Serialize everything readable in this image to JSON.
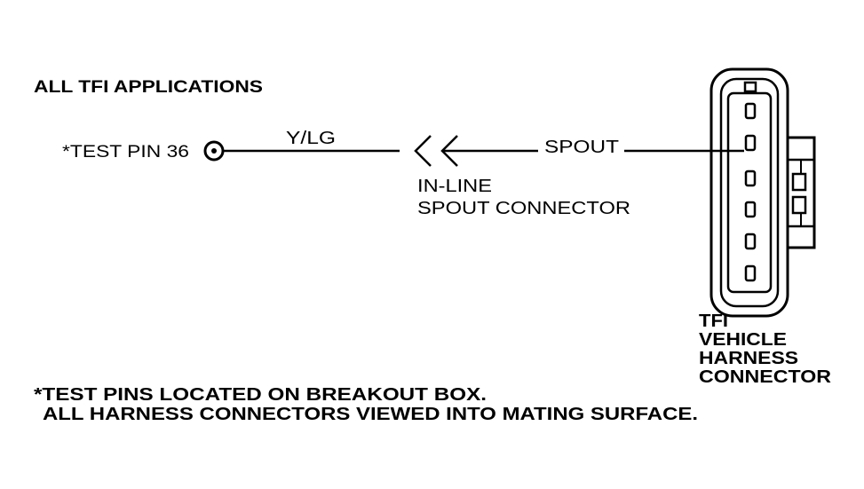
{
  "diagram": {
    "title": "ALL TFI APPLICATIONS",
    "test_pin_label": "*TEST PIN 36",
    "wire_color_label": "Y/LG",
    "signal_label": "SPOUT",
    "inline_connector_label": {
      "line1": "IN-LINE",
      "line2": "SPOUT CONNECTOR"
    },
    "harness_connector_label": {
      "line1": "TFI",
      "line2": "VEHICLE",
      "line3": "HARNESS",
      "line4": "CONNECTOR"
    },
    "footnote": {
      "line1": "*TEST PINS LOCATED ON BREAKOUT BOX.",
      "line2": "ALL HARNESS CONNECTORS VIEWED INTO MATING SURFACE."
    },
    "connector_pin_count": 6,
    "line_color": "#000000",
    "background_color": "#ffffff"
  }
}
